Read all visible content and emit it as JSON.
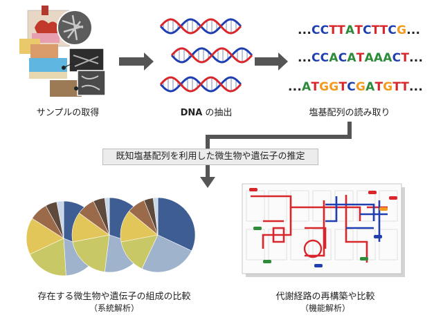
{
  "steps": {
    "sample": "サンプルの取得",
    "dna_prefix": "DNA",
    "dna_suffix": " の抽出",
    "sequencing": "塩基配列の読み取り",
    "estimation": "既知塩基配列を利用した微生物や遺伝子の推定",
    "composition": "存在する微生物や遺伝子の組成の比較",
    "composition_sub": "（系統解析）",
    "pathway": "代謝経路の再構築や比較",
    "pathway_sub": "（機能解析）"
  },
  "sequences": [
    {
      "prefix": "...",
      "bases": "CCTTATCTTCG",
      "suffix": "..."
    },
    {
      "prefix": "...",
      "bases": "CCACATAAACT",
      "suffix": "..."
    },
    {
      "prefix": "...",
      "bases": "ATGGTCGATGTT",
      "suffix": "..."
    }
  ],
  "colors": {
    "A": "#2e8b3a",
    "C": "#1f3fb0",
    "G": "#f39a1e",
    "T": "#d8262b",
    "helix_red": "#d8262b",
    "helix_blue": "#1f3fb0",
    "arrow": "#555555",
    "pie": [
      "#3d5d93",
      "#9fb3cc",
      "#c9c866",
      "#e3c65a",
      "#9a6a4a",
      "#5d4a3c",
      "#c8d7e8"
    ]
  },
  "icons": [
    "organ-photo-icon",
    "bacteria-micrograph-icon",
    "beach-sample-icon",
    "soil-sample-icon",
    "dna-helix-icon",
    "pie-chart-icon",
    "metabolic-pathway-map-icon"
  ]
}
